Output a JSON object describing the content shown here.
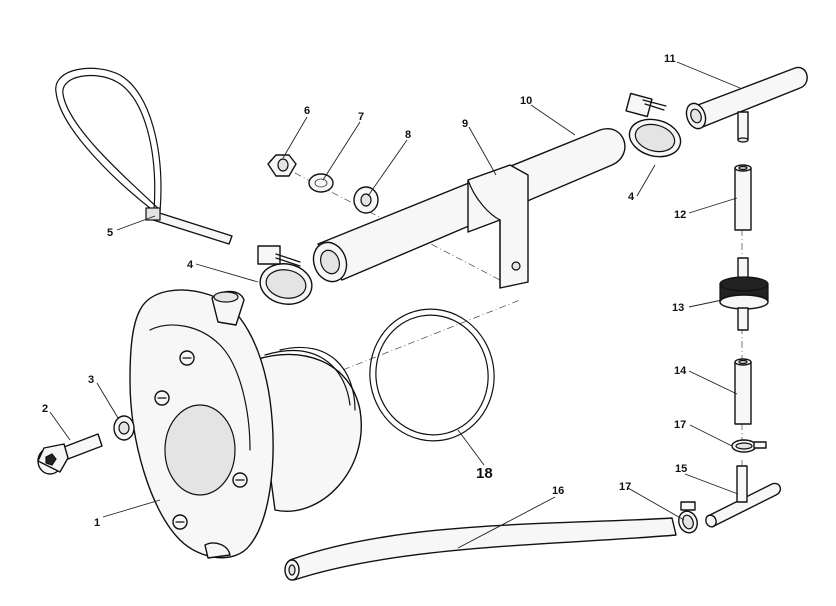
{
  "diagram": {
    "callouts": {
      "c1": "1",
      "c2": "2",
      "c3": "3",
      "c4a": "4",
      "c4b": "4",
      "c5": "5",
      "c6": "6",
      "c7": "7",
      "c8": "8",
      "c9": "9",
      "c10": "10",
      "c11": "11",
      "c12": "12",
      "c13": "13",
      "c14": "14",
      "c15": "15",
      "c16": "16",
      "c17a": "17",
      "c17b": "17",
      "c18": "18"
    },
    "colors": {
      "line": "#111111",
      "fill": "#f7f7f7",
      "background": "#ffffff"
    }
  }
}
